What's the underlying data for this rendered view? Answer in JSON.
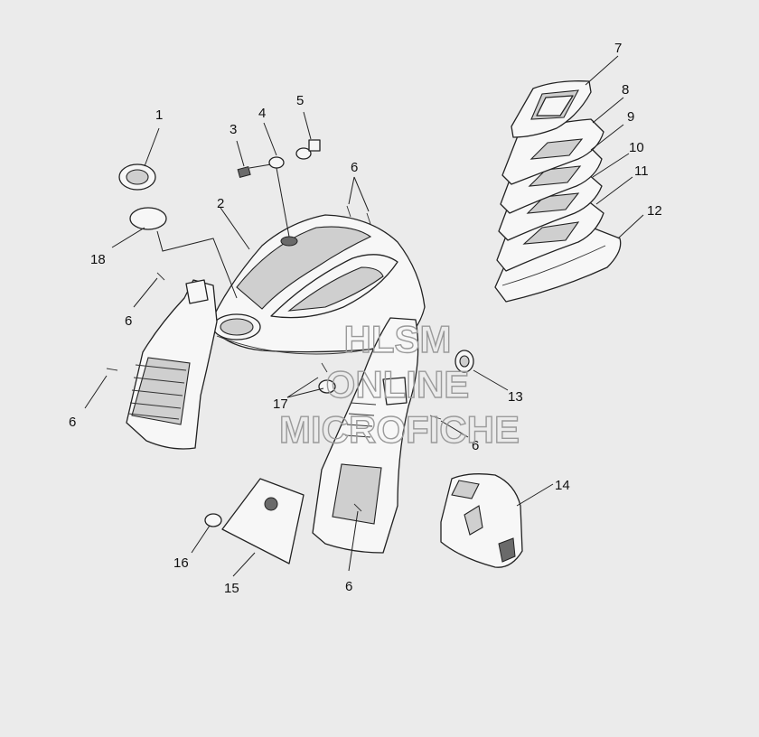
{
  "callouts": [
    {
      "id": "c1",
      "text": "1"
    },
    {
      "id": "c2",
      "text": "2"
    },
    {
      "id": "c3",
      "text": "3"
    },
    {
      "id": "c4",
      "text": "4"
    },
    {
      "id": "c5",
      "text": "5"
    },
    {
      "id": "c6a",
      "text": "6"
    },
    {
      "id": "c6b",
      "text": "6"
    },
    {
      "id": "c6c",
      "text": "6"
    },
    {
      "id": "c6d",
      "text": "6"
    },
    {
      "id": "c6e",
      "text": "6"
    },
    {
      "id": "c7",
      "text": "7"
    },
    {
      "id": "c8",
      "text": "8"
    },
    {
      "id": "c9",
      "text": "9"
    },
    {
      "id": "c10",
      "text": "10"
    },
    {
      "id": "c11",
      "text": "11"
    },
    {
      "id": "c12",
      "text": "12"
    },
    {
      "id": "c13",
      "text": "13"
    },
    {
      "id": "c14",
      "text": "14"
    },
    {
      "id": "c15",
      "text": "15"
    },
    {
      "id": "c16",
      "text": "16"
    },
    {
      "id": "c17",
      "text": "17"
    },
    {
      "id": "c18",
      "text": "18"
    }
  ],
  "watermark": {
    "line1": "HLSM",
    "line2": "ONLINE",
    "line3": "MICROFICHE"
  }
}
